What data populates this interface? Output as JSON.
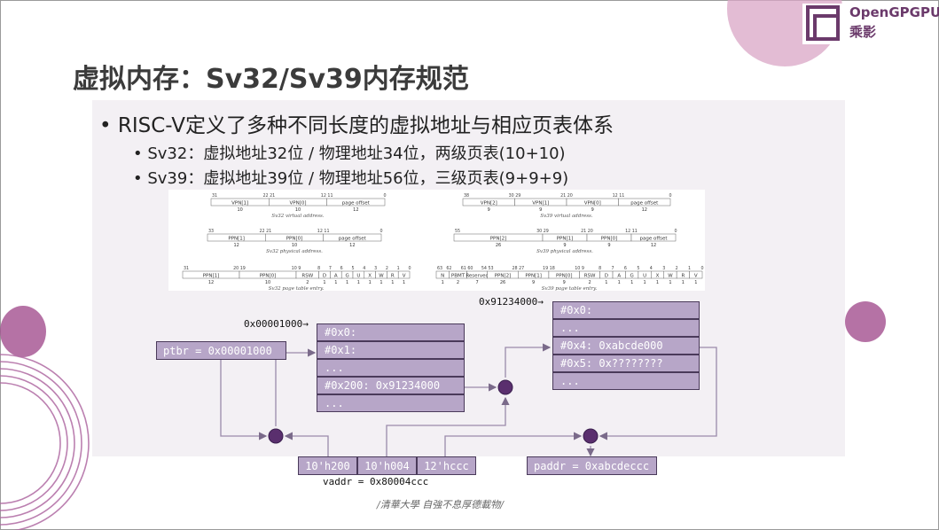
{
  "logo": {
    "line1": "OpenGPGPU",
    "line2": "乘影"
  },
  "title": "虚拟内存：Sv32/Sv39内存规范",
  "bullets": {
    "main": "• RISC-V定义了多种不同长度的虚拟地址与相应页表体系",
    "sub1": "•  Sv32：虚拟地址32位 / 物理地址34位，两级页表(10+10)",
    "sub2": "•  Sv39：虚拟地址39位 / 物理地址56位，三级页表(9+9+9)"
  },
  "formats": {
    "sv32_va": {
      "caption": "Sv32 virtual address.",
      "fields": [
        "VPN[1]",
        "VPN[0]",
        "page offset"
      ],
      "widths": [
        "10",
        "10",
        "12"
      ],
      "bits": [
        "31",
        "22 21",
        "12 11",
        "0"
      ]
    },
    "sv32_pa": {
      "caption": "Sv32 physical address.",
      "fields": [
        "PPN[1]",
        "PPN[0]",
        "page offset"
      ],
      "widths": [
        "12",
        "10",
        "12"
      ],
      "bits": [
        "33",
        "22 21",
        "12 11",
        "0"
      ]
    },
    "sv32_pte": {
      "caption": "Sv32 page table entry.",
      "fields": [
        "PPN[1]",
        "PPN[0]",
        "RSW",
        "D",
        "A",
        "G",
        "U",
        "X",
        "W",
        "R",
        "V"
      ],
      "widths": [
        "12",
        "10",
        "2",
        "1",
        "1",
        "1",
        "1",
        "1",
        "1",
        "1",
        "1"
      ],
      "bits": [
        "31",
        "20 19",
        "10 9",
        "8",
        "7",
        "6",
        "5",
        "4",
        "3",
        "2",
        "1",
        "0"
      ]
    },
    "sv39_va": {
      "caption": "Sv39 virtual address.",
      "fields": [
        "VPN[2]",
        "VPN[1]",
        "VPN[0]",
        "page offset"
      ],
      "widths": [
        "9",
        "9",
        "9",
        "12"
      ],
      "bits": [
        "38",
        "30 29",
        "21 20",
        "12 11",
        "0"
      ]
    },
    "sv39_pa": {
      "caption": "Sv39 physical address.",
      "fields": [
        "PPN[2]",
        "PPN[1]",
        "PPN[0]",
        "page offset"
      ],
      "widths": [
        "26",
        "9",
        "9",
        "12"
      ],
      "bits": [
        "55",
        "30 29",
        "21 20",
        "12 11",
        "0"
      ]
    },
    "sv39_pte": {
      "caption": "Sv39 page table entry.",
      "fields": [
        "N",
        "PBMT",
        "Reserved",
        "PPN[2]",
        "PPN[1]",
        "PPN[0]",
        "RSW",
        "D",
        "A",
        "G",
        "U",
        "X",
        "W",
        "R",
        "V"
      ],
      "widths": [
        "1",
        "2",
        "7",
        "26",
        "9",
        "9",
        "2",
        "1",
        "1",
        "1",
        "1",
        "1",
        "1",
        "1",
        "1"
      ],
      "bits": [
        "63",
        "62",
        "61 60",
        "54 53",
        "28 27",
        "19 18",
        "10 9",
        "8",
        "7",
        "6",
        "5",
        "4",
        "3",
        "2",
        "1",
        "0"
      ]
    }
  },
  "diagram": {
    "ptbr": "ptbr = 0x00001000",
    "table1_addr": "0x00001000→",
    "table1_rows": [
      "#0x0:",
      "#0x1:",
      "...",
      "#0x200: 0x91234000",
      "..."
    ],
    "table2_addr": "0x91234000→",
    "table2_rows": [
      "#0x0:",
      "...",
      "#0x4: 0xabcde000",
      "#0x5: 0x????????",
      "..."
    ],
    "vaddr_fields": [
      "10'h200",
      "10'h004",
      "12'hccc"
    ],
    "vaddr_label": "vaddr = 0x80004ccc",
    "paddr": "paddr = 0xabcdeccc"
  },
  "footer": "/清華大學 自強不息厚德載物/",
  "colors": {
    "accent": "#8b4a8b",
    "box": "#b7a6c8",
    "adder": "#5a2f6e"
  }
}
